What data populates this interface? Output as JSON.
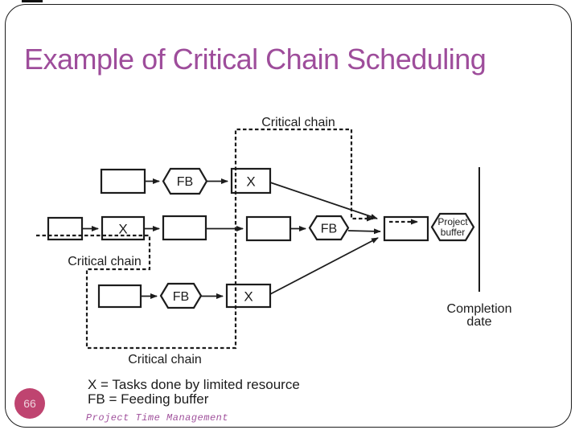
{
  "title": "Example of Critical Chain Scheduling",
  "page_number": "66",
  "footer": "Project Time Management",
  "colors": {
    "title_text": "#9e4d9b",
    "footer_text": "#a0519c",
    "page_badge": "#bf4470",
    "diagram_ink": "#1c1c1c"
  },
  "diagram": {
    "critical_chain_label_top": "Critical chain",
    "critical_chain_label_middle": "Critical chain",
    "critical_chain_label_bottom": "Critical chain",
    "completion_date_line1": "Completion",
    "completion_date_line2": "date",
    "legend": {
      "x_definition": "X = Tasks done by limited resource",
      "fb_definition": "FB = Feeding buffer"
    },
    "nodes": {
      "top_feeding_buffer": "FB",
      "top_limited_resource_task": "X",
      "middle_limited_resource_task": "X",
      "middle_feeding_buffer": "FB",
      "bottom_feeding_buffer": "FB",
      "bottom_limited_resource_task": "X",
      "project_buffer_line1": "Project",
      "project_buffer_line2": "buffer"
    }
  }
}
